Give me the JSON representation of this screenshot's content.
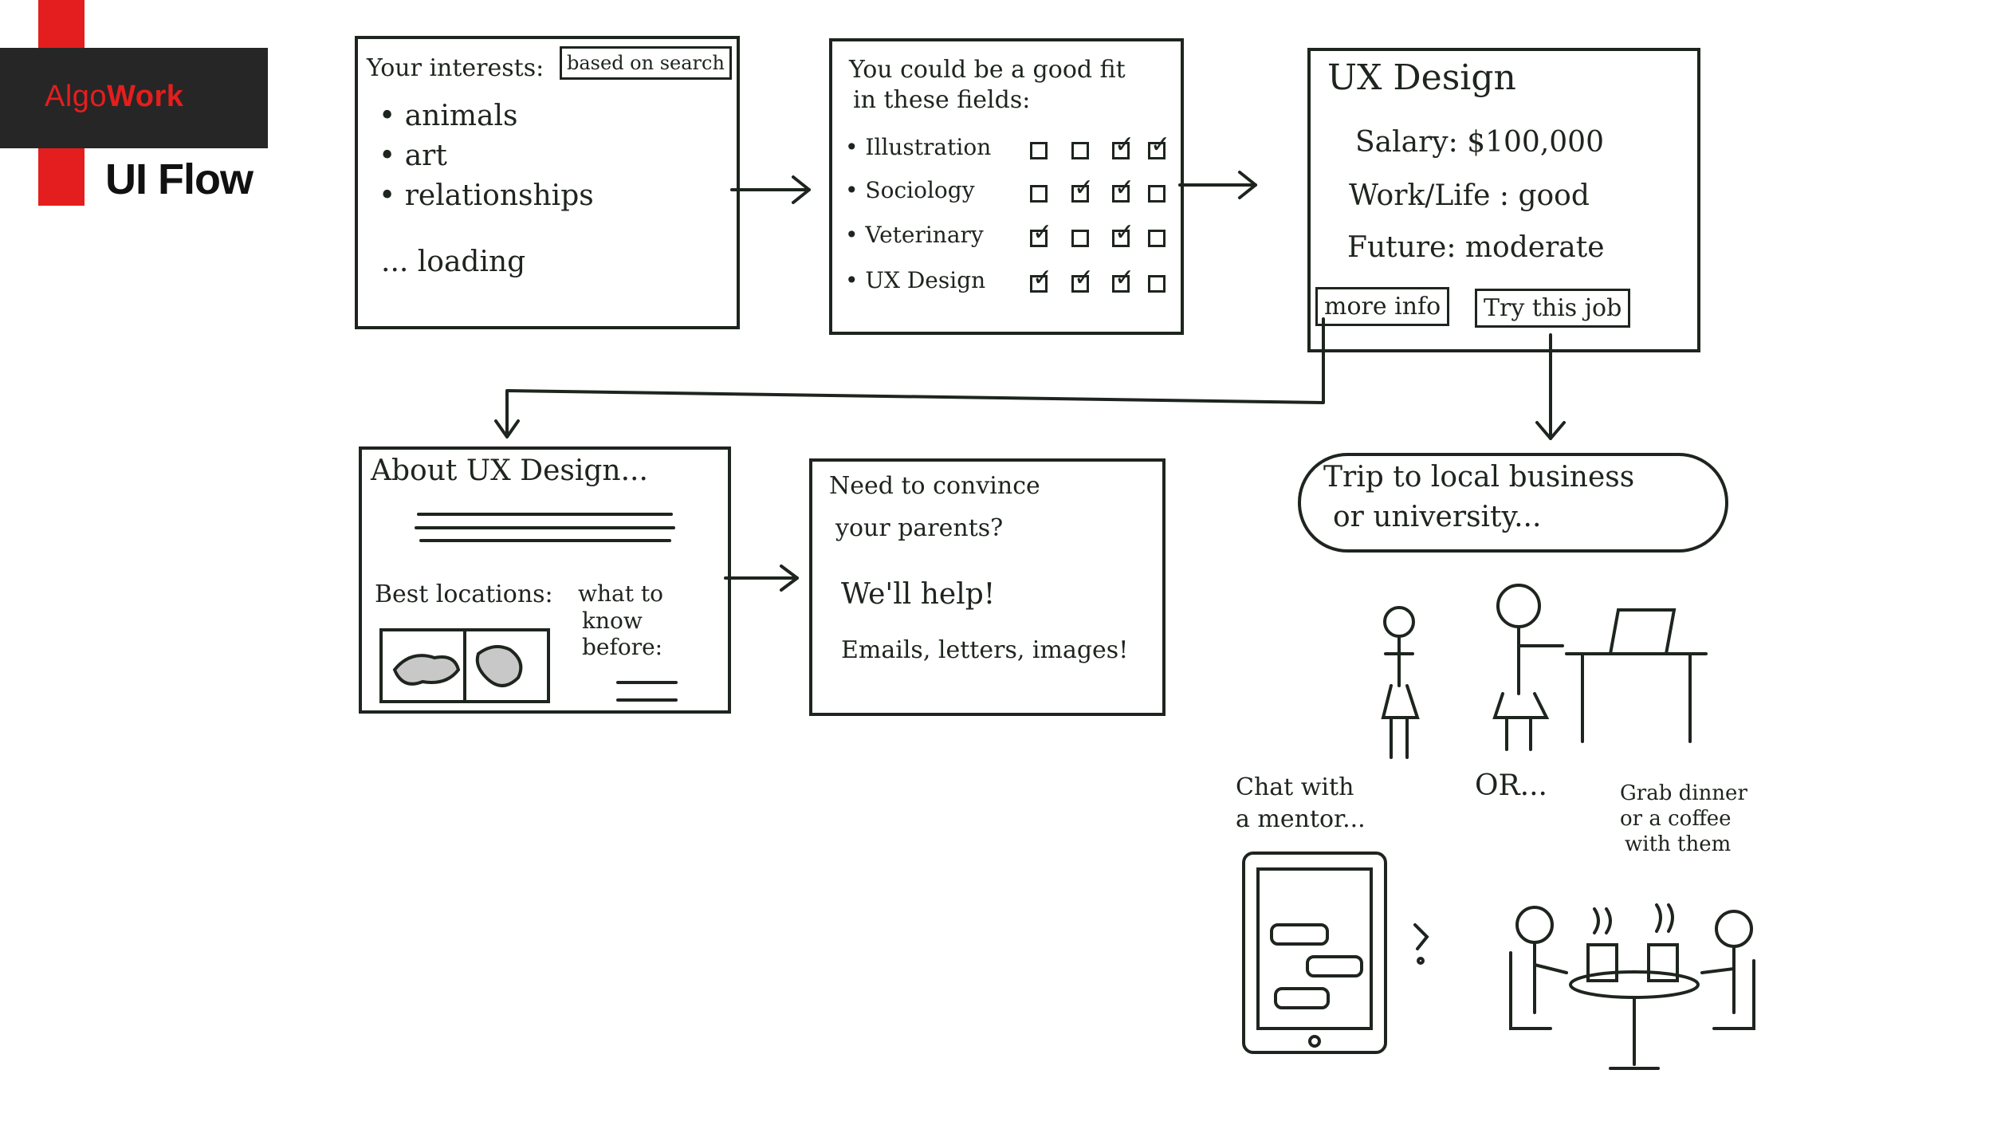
{
  "brand": {
    "logo_prefix": "Algo",
    "logo_suffix": "Work",
    "subtitle": "UI Flow",
    "accent": "#e41e1e",
    "dark": "#262626"
  },
  "screen1": {
    "title": "Your interests:",
    "tag": "based on search",
    "items": [
      "animals",
      "art",
      "relationships"
    ],
    "status": "... loading"
  },
  "screen2": {
    "title_line1": "You could be a good fit",
    "title_line2": "in these fields:",
    "fields": [
      {
        "name": "Illustration",
        "checks": [
          false,
          false,
          true,
          true
        ]
      },
      {
        "name": "Sociology",
        "checks": [
          false,
          true,
          true,
          false
        ]
      },
      {
        "name": "Veterinary",
        "checks": [
          true,
          false,
          true,
          false
        ]
      },
      {
        "name": "UX Design",
        "checks": [
          true,
          true,
          true,
          false
        ]
      }
    ]
  },
  "screen3": {
    "title": "UX Design",
    "salary": "Salary: $100,000",
    "worklife": "Work/Life : good",
    "future": "Future: moderate",
    "more_info": "more info",
    "try_job": "Try this job"
  },
  "screen4": {
    "title": "About UX Design...",
    "best_locations": "Best locations:",
    "know_line1": "what to",
    "know_line2": "know",
    "know_line3": "before:"
  },
  "screen5": {
    "line1": "Need to convince",
    "line2": "your parents?",
    "help": "We'll help!",
    "assets": "Emails, letters, images!"
  },
  "trip": {
    "line1": "Trip to local business",
    "line2": "or university..."
  },
  "options": {
    "chat_line1": "Chat with",
    "chat_line2": "a mentor...",
    "or": "OR...",
    "dinner_line1": "Grab dinner",
    "dinner_line2": "or a coffee",
    "dinner_line3": "with them"
  }
}
